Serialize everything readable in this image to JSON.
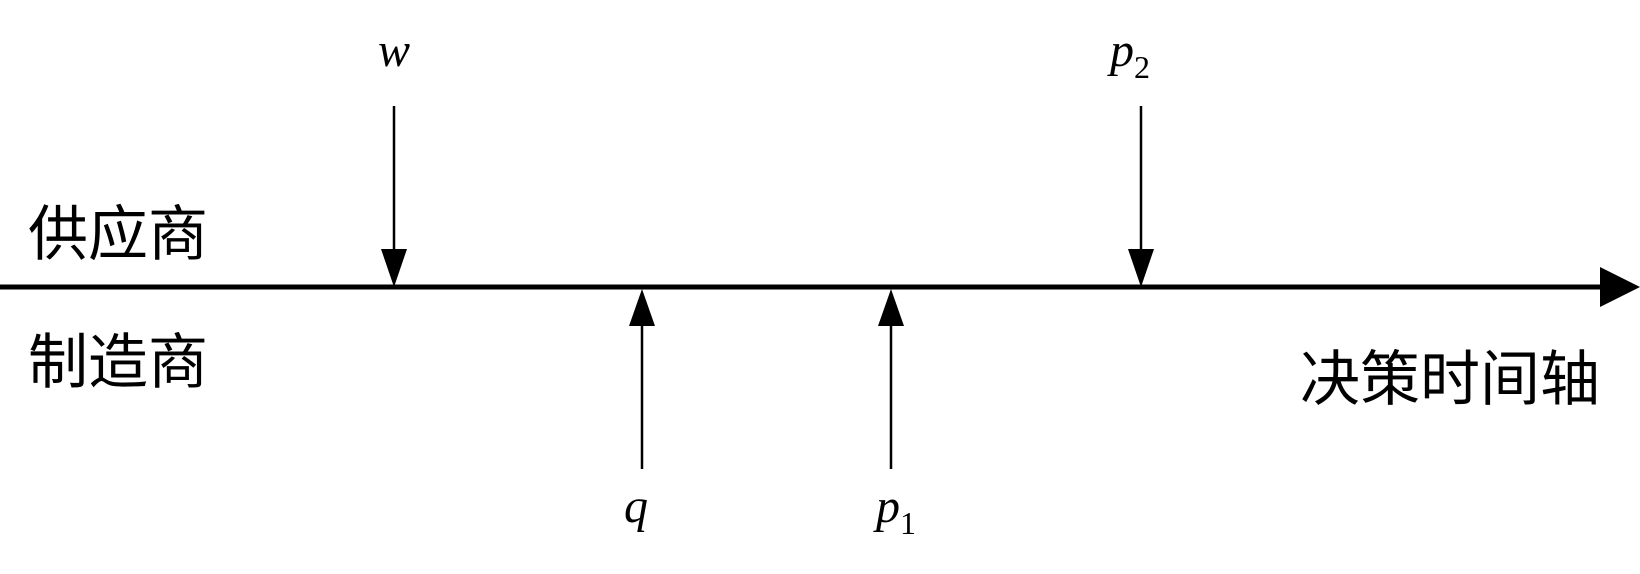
{
  "diagram": {
    "supplier_label": "供应商",
    "manufacturer_label": "制造商",
    "axis_label": "决策时间轴",
    "decisions": [
      {
        "var": "w",
        "sub": "",
        "side": "supplier",
        "order": 1
      },
      {
        "var": "q",
        "sub": "",
        "side": "manufacturer",
        "order": 2
      },
      {
        "var": "p",
        "sub": "1",
        "side": "manufacturer",
        "order": 3
      },
      {
        "var": "p",
        "sub": "2",
        "side": "supplier",
        "order": 4
      }
    ]
  }
}
